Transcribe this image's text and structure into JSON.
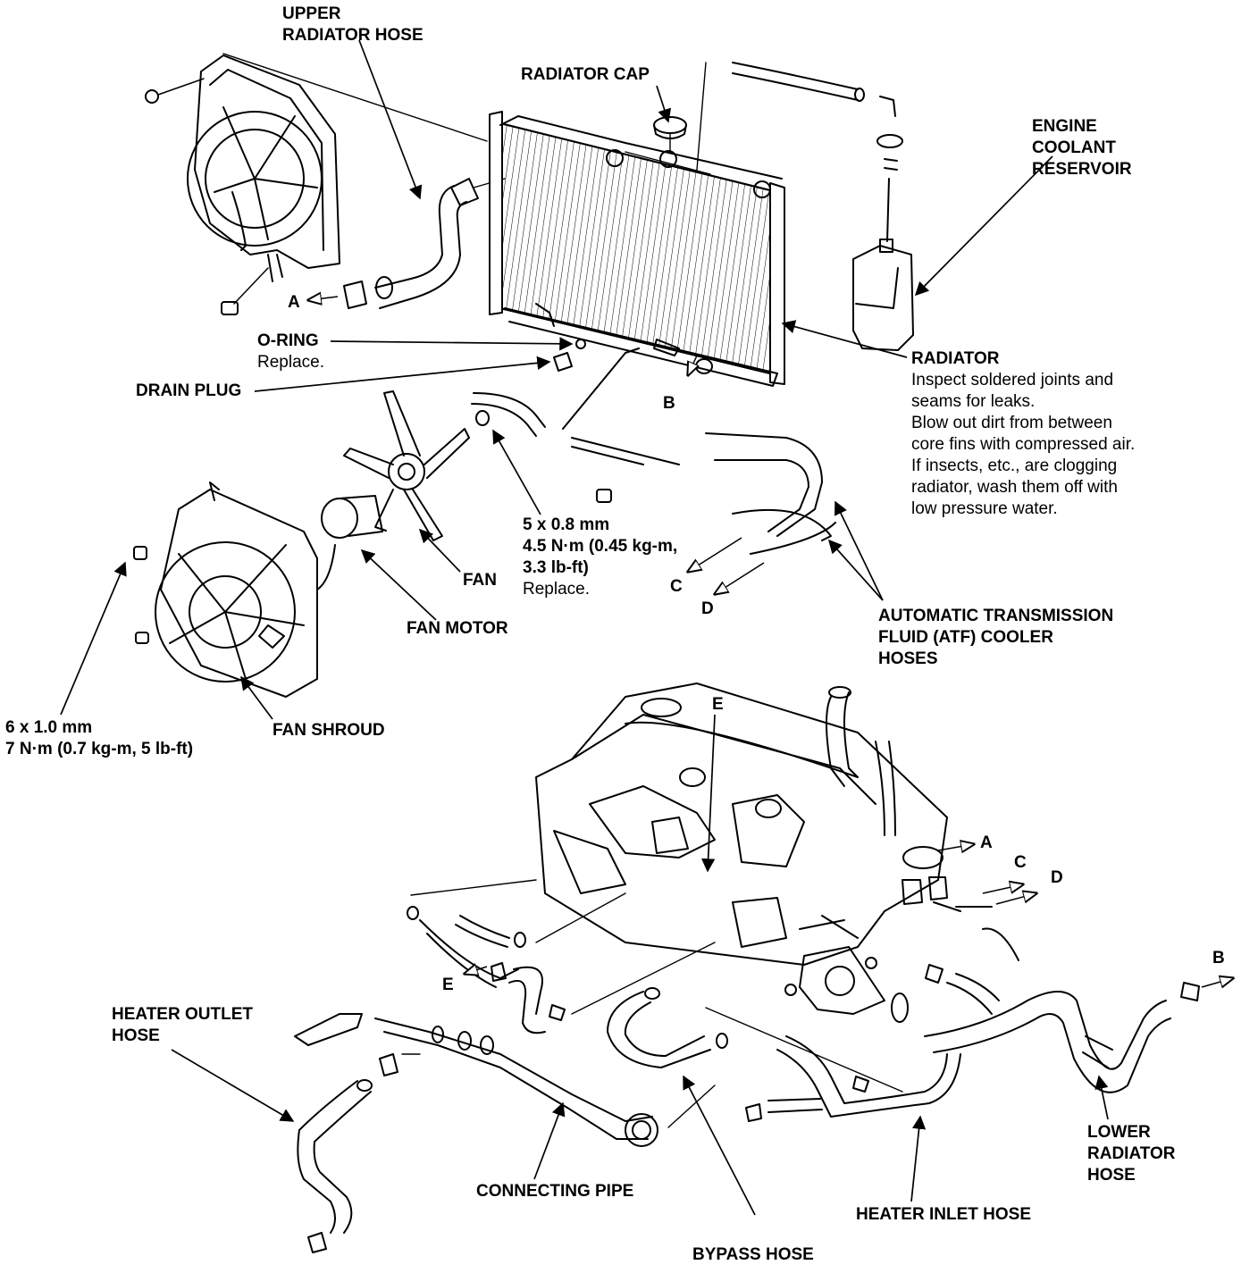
{
  "labels": {
    "upper_radiator_hose": [
      "UPPER",
      "RADIATOR HOSE"
    ],
    "radiator_cap": "RADIATOR CAP",
    "engine_coolant_reservoir": [
      "ENGINE",
      "COOLANT",
      "RESERVOIR"
    ],
    "o_ring": "O-RING",
    "o_ring_note": "Replace.",
    "drain_plug": "DRAIN PLUG",
    "radiator": "RADIATOR",
    "radiator_notes": [
      "Inspect soldered joints and",
      "seams for leaks.",
      "Blow out dirt from between",
      "core fins with compressed air.",
      "If insects, etc., are clogging",
      "radiator, wash them off with",
      "low pressure water."
    ],
    "bolt_small_size": "5 x 0.8 mm",
    "bolt_small_torque": [
      "4.5 N·m (0.45 kg-m,",
      "3.3 lb-ft)"
    ],
    "bolt_small_note": "Replace.",
    "fan": "FAN",
    "fan_motor": "FAN MOTOR",
    "atf_cooler_hoses": [
      "AUTOMATIC TRANSMISSION",
      "FLUID (ATF) COOLER",
      "HOSES"
    ],
    "bolt_large_size": "6 x 1.0 mm",
    "bolt_large_torque": "7 N·m (0.7 kg-m, 5 lb-ft)",
    "fan_shroud": "FAN SHROUD",
    "heater_outlet_hose": [
      "HEATER OUTLET",
      "HOSE"
    ],
    "lower_radiator_hose": [
      "LOWER",
      "RADIATOR",
      "HOSE"
    ],
    "connecting_pipe": "CONNECTING PIPE",
    "heater_inlet_hose": "HEATER INLET HOSE",
    "bypass_hose": "BYPASS HOSE"
  },
  "refs": {
    "a": "A",
    "b": "B",
    "c": "C",
    "d": "D",
    "e": "E"
  }
}
